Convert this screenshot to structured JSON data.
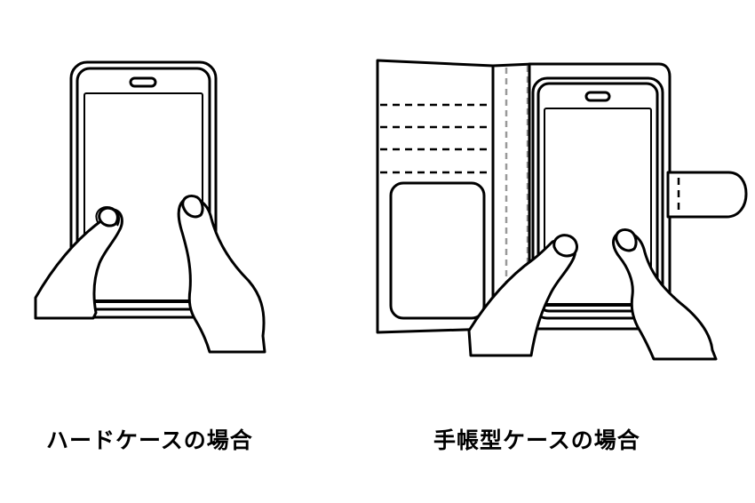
{
  "captions": {
    "left": "ハードケースの場合",
    "right": "手帳型ケースの場合"
  },
  "colors": {
    "line": "#000000",
    "background": "#ffffff",
    "stitch": "#999999"
  },
  "icons": [
    "smartphone-hard-case",
    "smartphone-notebook-case",
    "hand-left",
    "hand-right"
  ]
}
